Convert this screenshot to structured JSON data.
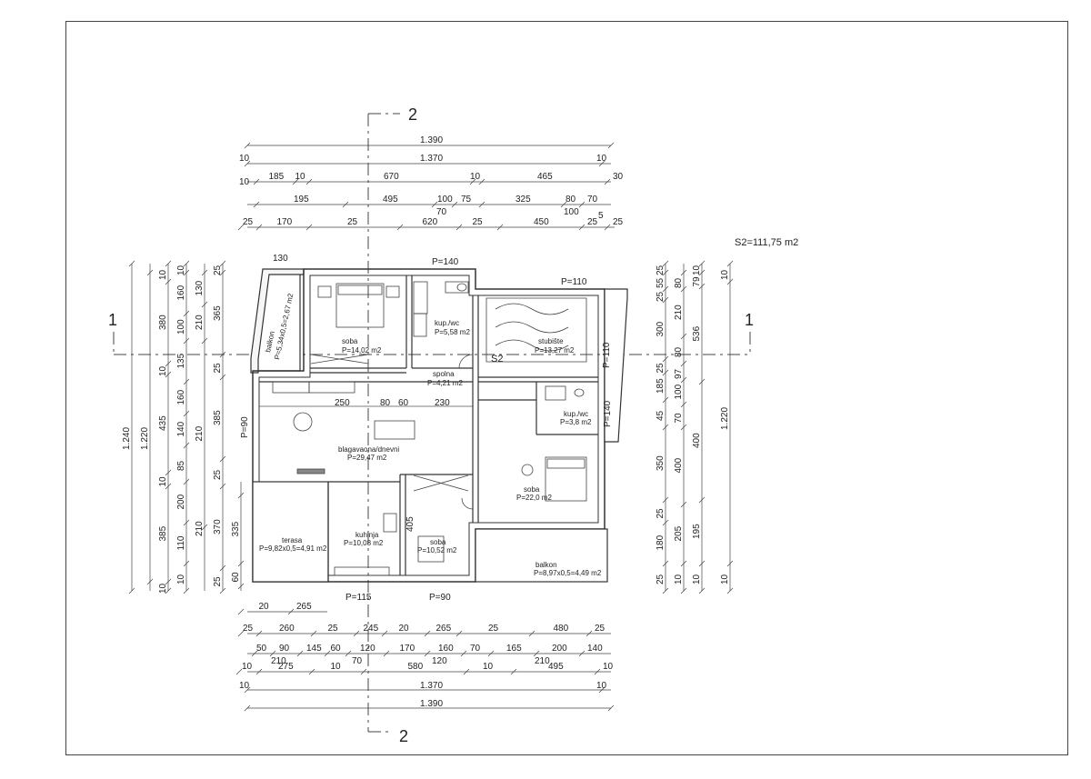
{
  "total_area": "S2=111,75 m2",
  "section_marks": {
    "cut_2": "2",
    "cut_1": "1",
    "s2": "S2"
  },
  "top_dims": {
    "overall_1": "1.390",
    "overall_2": "1.370",
    "row3": [
      "185",
      "10",
      "670",
      "10",
      "465",
      "30"
    ],
    "row4": [
      "195",
      "495",
      "100",
      "75",
      "325",
      "80",
      "70"
    ],
    "row4_sub": [
      "70",
      "100",
      "5"
    ],
    "row5": [
      "25",
      "170",
      "25",
      "620",
      "25",
      "450",
      "25",
      "25"
    ],
    "side_10": "10",
    "p140": "P=140",
    "p110": "P=110",
    "balcony_w": "130"
  },
  "bottom_dims": {
    "row1": [
      "20",
      "265"
    ],
    "row2": [
      "25",
      "260",
      "25",
      "245",
      "20",
      "265",
      "25",
      "480",
      "25"
    ],
    "row3": [
      "50",
      "90",
      "145",
      "60",
      "120",
      "170",
      "160",
      "70",
      "165",
      "200",
      "140"
    ],
    "row3_sub": [
      "210",
      "70",
      "120",
      "210"
    ],
    "row4": [
      "10",
      "275",
      "10",
      "580",
      "10",
      "495",
      "10"
    ],
    "overall_1": "1.370",
    "overall_2": "1.390",
    "side_10": "10",
    "p115": "P=115",
    "p90": "P=90"
  },
  "left_dims": {
    "col1": "1.240",
    "col2": "1.220",
    "col3": [
      "10",
      "380",
      "10",
      "435",
      "10",
      "385",
      "10"
    ],
    "col4": [
      "10",
      "160",
      "100",
      "135",
      "160",
      "140",
      "85",
      "200",
      "110",
      "10"
    ],
    "col5": [
      "130",
      "210",
      "210",
      "210"
    ],
    "col6": [
      "25",
      "365",
      "25",
      "385",
      "25",
      "370",
      "25"
    ],
    "col7": [
      "335",
      "60"
    ],
    "p90": "P=90",
    "d405": "405"
  },
  "right_dims": {
    "col1": [
      "25",
      "55",
      "25",
      "300",
      "25",
      "185",
      "45",
      "350",
      "25",
      "180",
      "25"
    ],
    "col2": [
      "80",
      "210",
      "80",
      "97",
      "100",
      "70",
      "400",
      "205",
      "10"
    ],
    "col3": [
      "10",
      "79",
      "536",
      "400",
      "195",
      "10"
    ],
    "col4": [
      "10",
      "1.220",
      "10"
    ],
    "p110": "P=110",
    "p140": "P=140"
  },
  "rooms": [
    {
      "name": "balkon",
      "area": "P=5,34x0,5=2,67 m2"
    },
    {
      "name": "soba",
      "area": "P=14,02 m2"
    },
    {
      "name": "kup./wc",
      "area": "P=5,58 m2"
    },
    {
      "name": "stubište",
      "area": "P=13,27 m2"
    },
    {
      "name": "spolna",
      "area": "P=4,21 m2"
    },
    {
      "name": "kup./wc",
      "area": "P=3,8 m2"
    },
    {
      "name": "blagavaona/dnevni",
      "area": "P=29,47 m2"
    },
    {
      "name": "soba",
      "area": "P=22,0 m2"
    },
    {
      "name": "terasa",
      "area": "P=9,82x0,5=4,91 m2"
    },
    {
      "name": "kuhinja",
      "area": "P=10,08 m2"
    },
    {
      "name": "soba",
      "area": "P=10,52 m2"
    },
    {
      "name": "balkon",
      "area": "P=8,97x0,5=4,49 m2"
    }
  ],
  "inner_dims": [
    "250",
    "80",
    "60",
    "230"
  ]
}
